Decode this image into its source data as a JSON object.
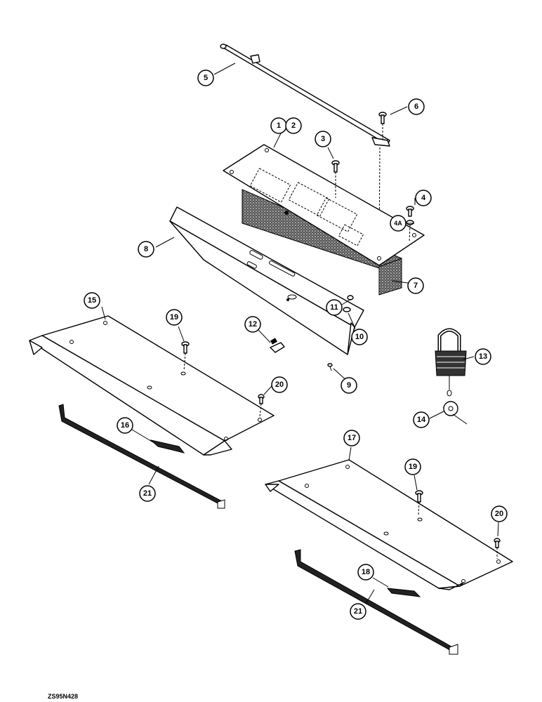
{
  "callouts": {
    "c1": "1",
    "c2": "2",
    "c3": "3",
    "c4": "4",
    "c4a": "4A",
    "c5": "5",
    "c6": "6",
    "c7": "7",
    "c8": "8",
    "c9": "9",
    "c10": "10",
    "c11": "11",
    "c12": "12",
    "c13": "13",
    "c14": "14",
    "c15": "15",
    "c16": "16",
    "c17": "17",
    "c18": "18",
    "c19a": "19",
    "c19b": "19",
    "c20a": "20",
    "c20b": "20",
    "c21a": "21",
    "c21b": "21"
  },
  "drawing_code": "ZS95N428"
}
